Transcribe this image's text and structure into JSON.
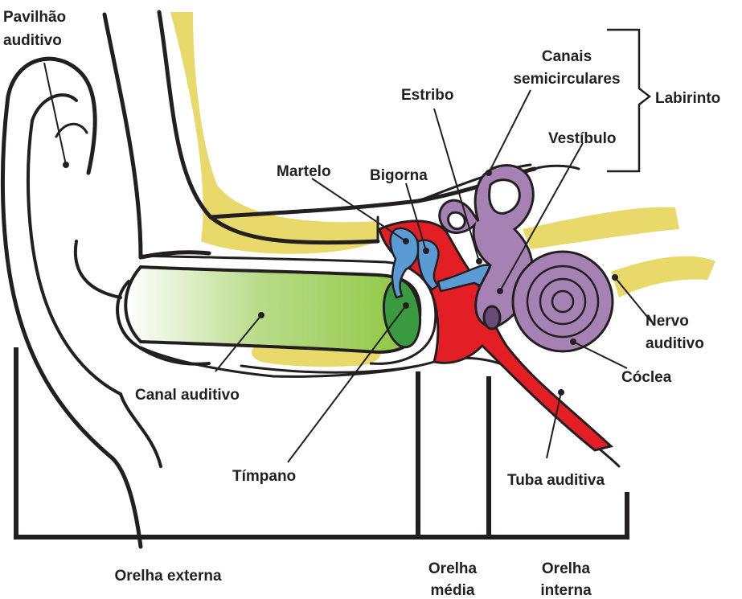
{
  "labels": {
    "pavilhao_line1": "Pavilhão",
    "pavilhao_line2": "auditivo",
    "canais_line1": "Canais",
    "canais_line2": "semicirculares",
    "labirinto": "Labirinto",
    "estribo": "Estribo",
    "bigorna": "Bigorna",
    "martelo": "Martelo",
    "vestibulo": "Vestíbulo",
    "nervo_line1": "Nervo",
    "nervo_line2": "auditivo",
    "coclea": "Cóclea",
    "canal_auditivo": "Canal auditivo",
    "timpano": "Tímpano",
    "tuba_auditiva": "Tuba auditiva",
    "orelha_externa": "Orelha externa",
    "orelha_media_line1": "Orelha",
    "orelha_media_line2": "média",
    "orelha_interna_line1": "Orelha",
    "orelha_interna_line2": "interna"
  },
  "colors": {
    "bone": "#e8d96a",
    "canal_green": "#8cc63f",
    "eardrum_green": "#3a9a3f",
    "middle_ear_red": "#e31e24",
    "ossicle_blue": "#5b9bd5",
    "inner_ear_purple": "#a682b4",
    "outline": "#231f20"
  }
}
